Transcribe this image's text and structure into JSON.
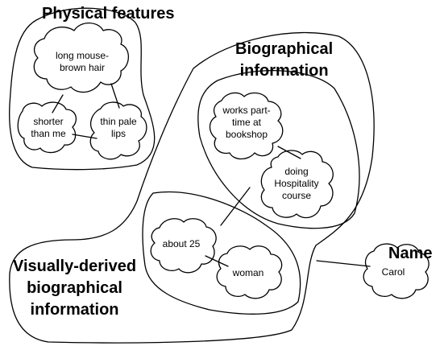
{
  "regions": {
    "physical": "Physical features",
    "biographical": "Biographical\ninformation",
    "visually_derived": "Visually-derived\nbiographical\ninformation",
    "name": "Name"
  },
  "clouds": {
    "hair": "long mouse-\nbrown hair",
    "shorter": "shorter\nthan me",
    "lips": "thin pale\nlips",
    "works": "works part-\ntime at\nbookshop",
    "hospitality": "doing\nHospitality\ncourse",
    "age": "about 25",
    "woman": "woman",
    "carol": "Carol"
  },
  "colors": {
    "stroke": "#000000",
    "background": "#ffffff"
  }
}
